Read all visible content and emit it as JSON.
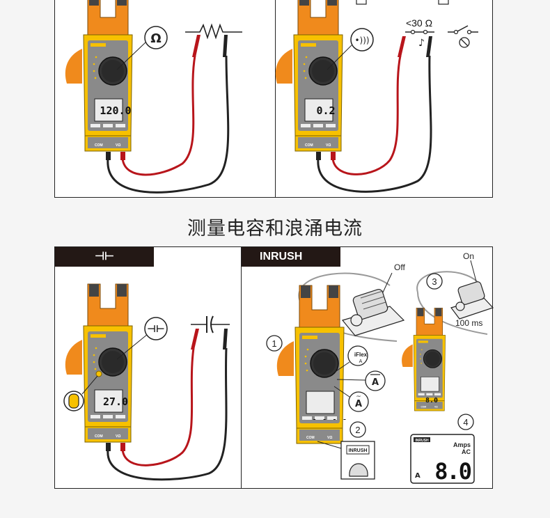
{
  "section_title": "测量电容和浪涌电流",
  "top_left": {
    "symbol": "Ω",
    "display_value": "120.0"
  },
  "top_right": {
    "continuity_threshold": "<30 Ω",
    "display_value": "0.2"
  },
  "bottom_left": {
    "tab_label": "⊣⊢",
    "display_value": "27.0"
  },
  "bottom_right": {
    "tab_label": "INRUSH",
    "step1": "1",
    "step2": "2",
    "step3": "3",
    "step4": "4",
    "off_label": "Off",
    "on_label": "On",
    "time_label": "100 ms",
    "iflex_label": "iFlex",
    "inrush_button": "INRUSH",
    "lcd_tag": "INRUSH",
    "lcd_unit_line1": "Amps",
    "lcd_unit_line2": "AC",
    "lcd_value": "8.0"
  },
  "colors": {
    "meter_yellow": "#f7c100",
    "clamp_orange": "#f08a1c",
    "body_gray": "#8a8a8a",
    "lead_red": "#b8151b",
    "lead_black": "#222222",
    "tab_dark": "#231815"
  }
}
